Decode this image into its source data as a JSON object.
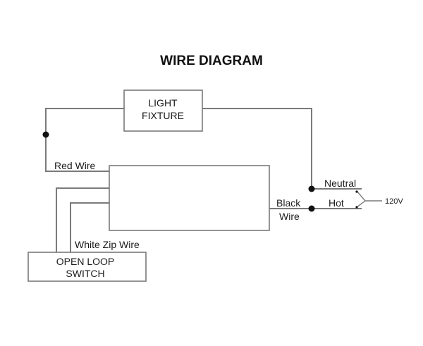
{
  "title": "WIRE DIAGRAM",
  "components": {
    "light_fixture": {
      "line1": "LIGHT",
      "line2": "FIXTURE"
    },
    "open_loop_switch": {
      "line1": "OPEN LOOP",
      "line2": "SWITCH"
    }
  },
  "wire_labels": {
    "red_wire": "Red Wire",
    "white_zip_wire": "White Zip Wire",
    "black_wire_line1": "Black",
    "black_wire_line2": "Wire",
    "neutral": "Neutral",
    "hot": "Hot",
    "supply_voltage": "120V"
  }
}
